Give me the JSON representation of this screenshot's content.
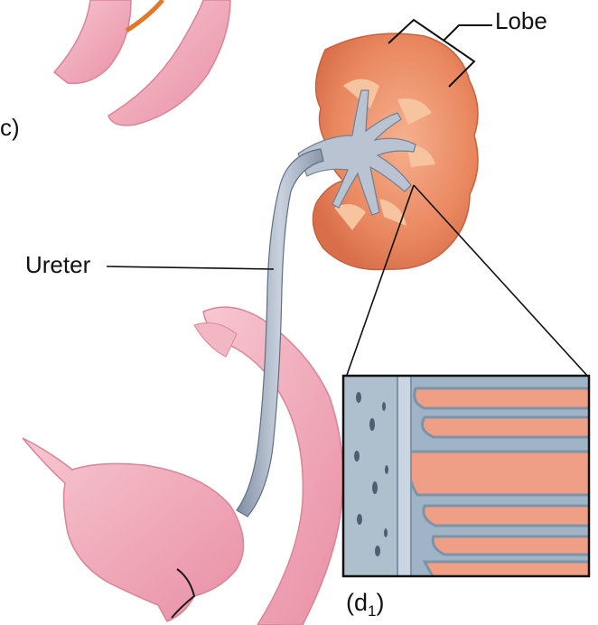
{
  "figure": {
    "panel_label": "c)",
    "inset_label_prefix": "(d",
    "inset_label_subscript": "1",
    "inset_label_suffix": ")"
  },
  "labels": {
    "lobe": "Lobe",
    "ureter": "Ureter"
  },
  "colors": {
    "pink_tissue": "#f0a8b6",
    "kidney_cortex": "#e8875e",
    "kidney_medulla": "#f4b48a",
    "ureter_gray": "#a9b4c4",
    "inset_blue": "#9fb4c6",
    "inset_salmon": "#ef9f86",
    "outline": "#111111"
  }
}
